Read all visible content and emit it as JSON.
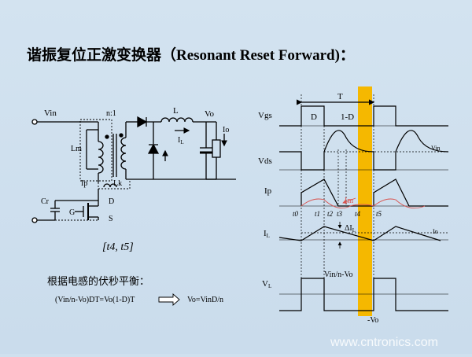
{
  "title": "谐振复位正激变换器（Resonant Reset Forward)：",
  "circuit": {
    "vin": "Vin",
    "ratio": "n:1",
    "lm": "Lm",
    "ip": "Ip",
    "lk": "Lk",
    "cr": "Cr",
    "g": "G",
    "d": "D",
    "s": "S",
    "l": "L",
    "il": "I",
    "il_sub": "L",
    "vo": "Vo",
    "io": "Io"
  },
  "interval": "[t4, t5]",
  "note": "根据电感的伏秒平衡：",
  "formula_left": "(Vin/n-Vo)DT=Vo(1-D)T",
  "formula_right": "Vo=VinD/n",
  "waveforms": {
    "period": "T",
    "duty": "D",
    "off_duty": "1-D",
    "vgs": "Vgs",
    "vds": "Vds",
    "vin": "Vin",
    "ip": "Ip",
    "im": "Im",
    "t0": "t0",
    "t1": "t1",
    "t2": "t2",
    "t3": "t3",
    "t4": "t4",
    "t5": "t5",
    "il_label": "I",
    "il_sub": "L",
    "delta_il": "ΔI",
    "delta_sub": "L",
    "io": "Io",
    "vl_label": "V",
    "vl_sub": "L",
    "vl_high": "Vin/n-Vo",
    "vl_low": "-Vo"
  },
  "watermark": "www.cntronics.com",
  "colors": {
    "highlight": "#f5b800",
    "accent": "#d9534f"
  }
}
